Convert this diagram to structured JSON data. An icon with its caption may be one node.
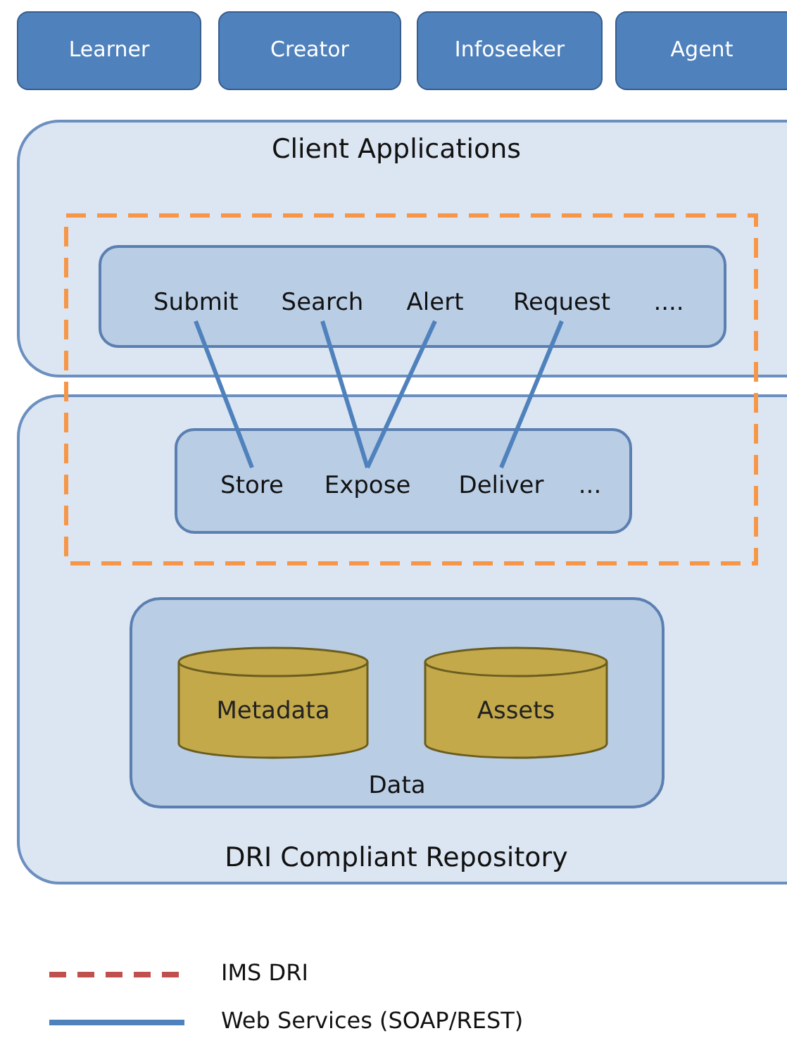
{
  "diagram": {
    "nodes": [
      {
        "text": [
          "Learner"
        ]
      },
      {
        "text": [
          "Creator"
        ]
      },
      {
        "text": [
          "Infoseeker"
        ]
      },
      {
        "text": [
          "Agent"
        ]
      },
      {
        "text": [
          "Client Applications"
        ]
      },
      {
        "text": [],
        "shape": "box",
        "in": 4
      },
      {
        "text": [
          "Submit"
        ],
        "in": 5
      },
      {
        "text": [
          "Search"
        ],
        "in": 5
      },
      {
        "text": [
          "Alert"
        ],
        "in": 5
      },
      {
        "text": [
          "Request"
        ],
        "in": 5
      },
      {
        "text": [
          "...."
        ],
        "in": 5
      },
      {
        "text": [
          "DRI Compliant Repository"
        ]
      },
      {
        "text": [],
        "shape": "box",
        "in": 11
      },
      {
        "text": [
          "Store"
        ],
        "in": 12
      },
      {
        "text": [
          "Expose"
        ],
        "in": 12
      },
      {
        "text": [
          "Deliver"
        ],
        "in": 12
      },
      {
        "text": [
          "..."
        ],
        "in": 12
      },
      {
        "text": [
          "Data"
        ],
        "in": 11
      },
      {
        "text": [
          "Metadata"
        ],
        "in": 17
      },
      {
        "text": [
          "Assets"
        ],
        "in": 17
      }
    ],
    "edges": [
      {
        "from": 6,
        "to": 13,
        "arrow": "none"
      },
      {
        "from": 7,
        "to": 14,
        "arrow": "none"
      },
      {
        "from": 8,
        "to": 14,
        "arrow": "none"
      },
      {
        "from": 9,
        "to": 15,
        "arrow": "none"
      }
    ],
    "legend": [
      {
        "text": "IMS DRI"
      },
      {
        "text": "Web Services (SOAP/REST)"
      }
    ]
  }
}
